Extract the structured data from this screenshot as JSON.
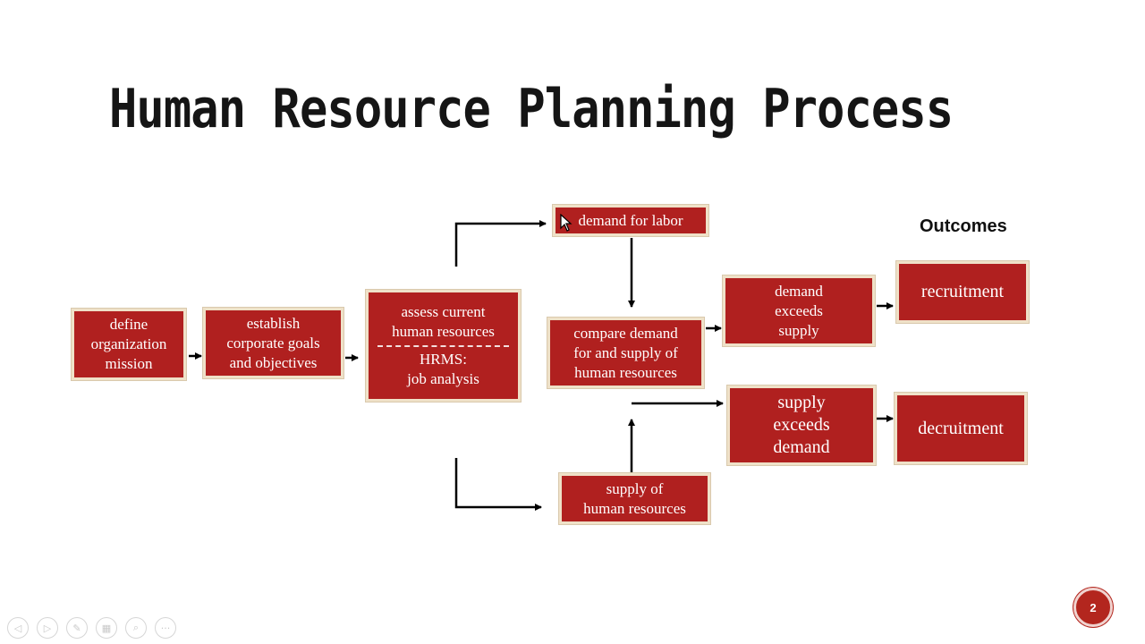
{
  "slide": {
    "title": "Human Resource Planning Process",
    "page_number": "2"
  },
  "diagram": {
    "boxes": {
      "mission": {
        "lines": [
          "define",
          "organization",
          "mission"
        ]
      },
      "goals": {
        "lines": [
          "establish",
          "corporate goals",
          "and objectives"
        ]
      },
      "assess": {
        "top_lines": [
          "assess current",
          "human resources"
        ],
        "bottom_lines": [
          "HRMS:",
          "job analysis"
        ]
      },
      "demand": {
        "lines": [
          "demand for labor"
        ]
      },
      "supply": {
        "lines": [
          "supply of",
          "human resources"
        ]
      },
      "compare": {
        "lines": [
          "compare demand",
          "for and supply of",
          "human resources"
        ]
      },
      "demand_exceeds": {
        "lines": [
          "demand",
          "exceeds",
          "supply"
        ]
      },
      "supply_exceeds": {
        "lines": [
          "supply",
          "exceeds",
          "demand"
        ]
      },
      "recruitment": {
        "lines": [
          "recruitment"
        ]
      },
      "decruitment": {
        "lines": [
          "decruitment"
        ]
      }
    },
    "outcomes_label": "Outcomes"
  },
  "toolbar": {
    "icons": [
      "back-icon",
      "forward-icon",
      "pen-icon",
      "slides-icon",
      "zoom-icon",
      "more-icon"
    ],
    "glyphs": [
      "◁",
      "▷",
      "✎",
      "▦",
      "⌕",
      "···"
    ]
  },
  "colors": {
    "box_fill": "#b0201f",
    "box_border": "#efe1c8",
    "text_dark": "#151515"
  }
}
